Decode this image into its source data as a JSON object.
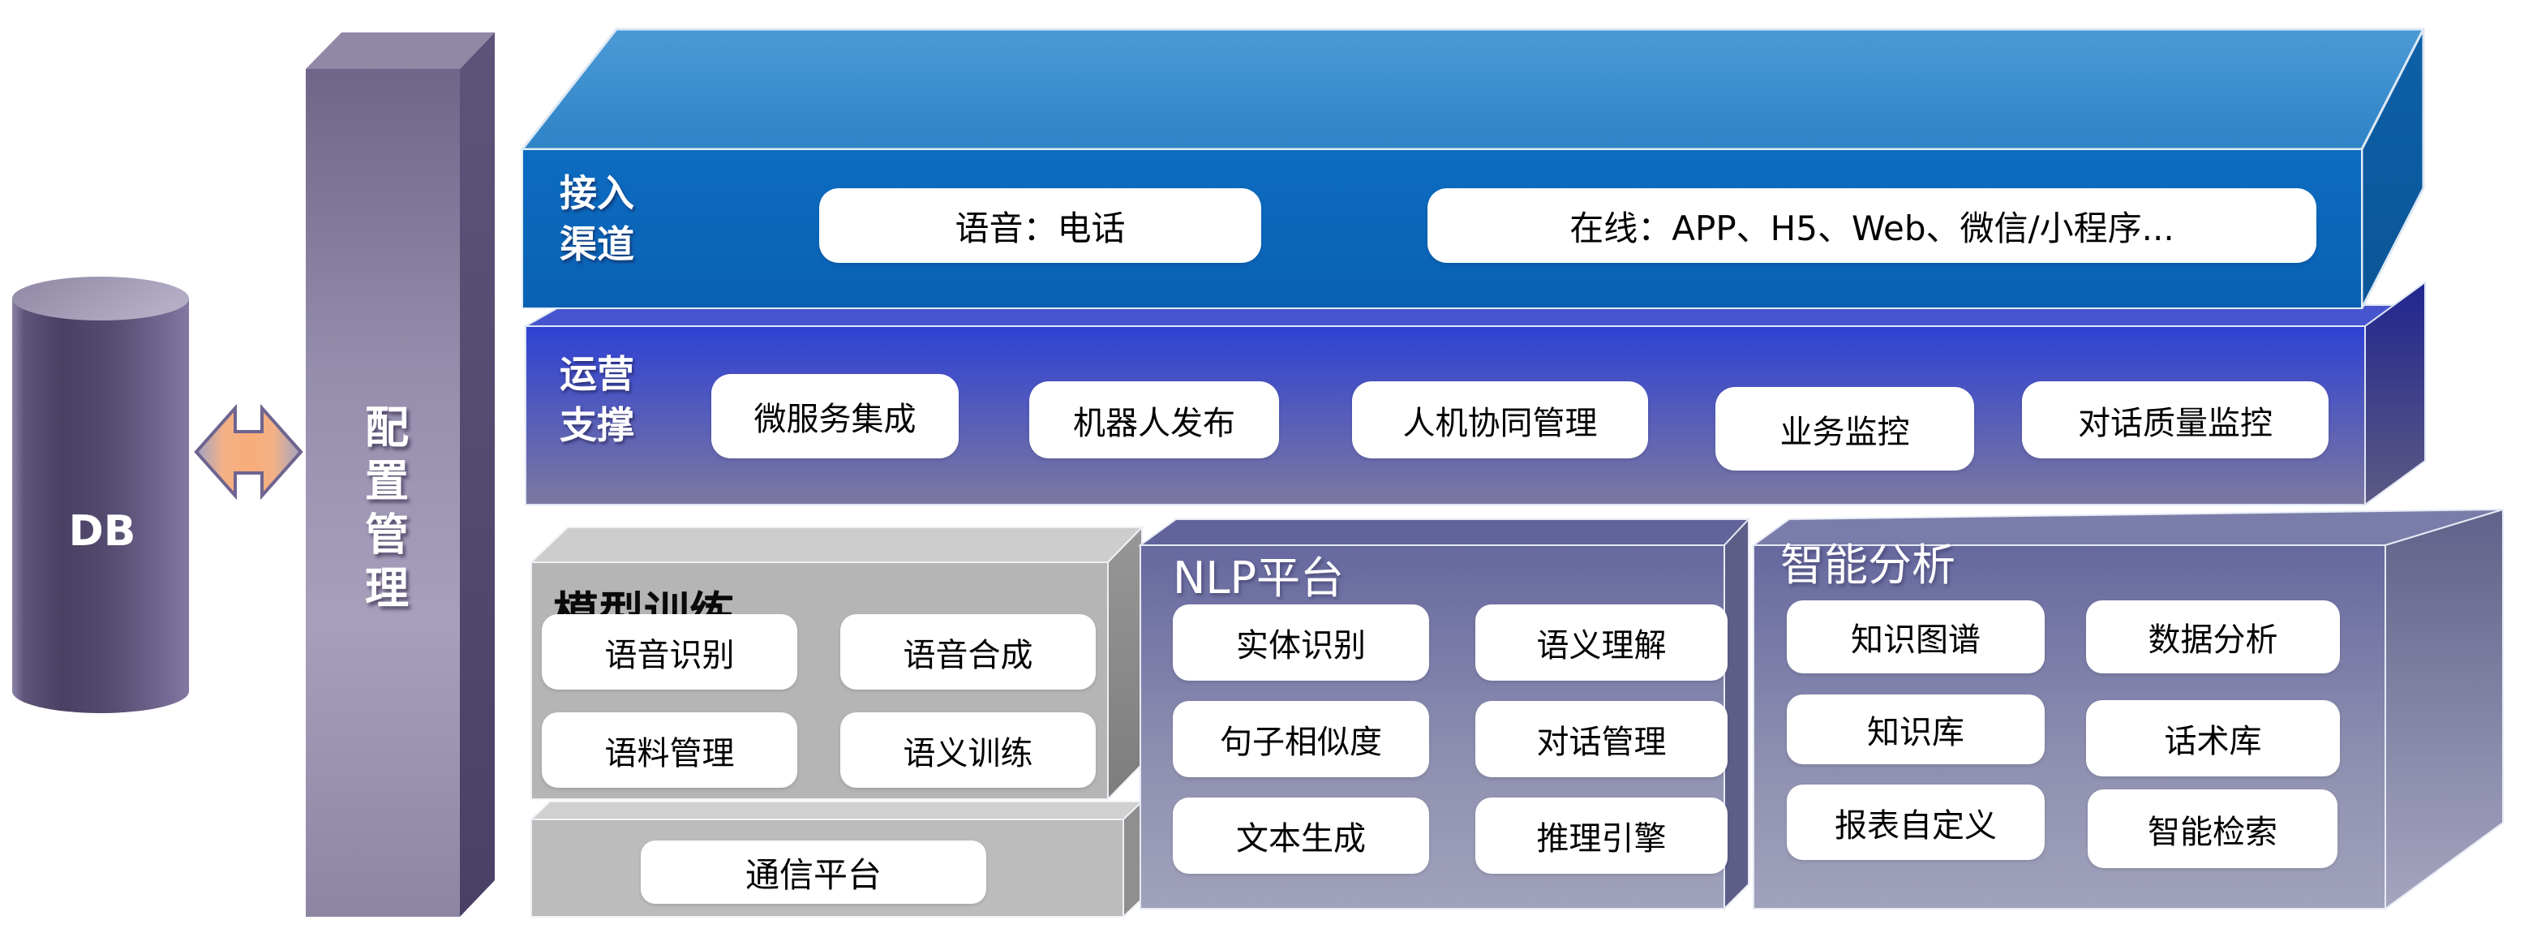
{
  "db": {
    "label": "DB"
  },
  "config_bar": {
    "label": "配置管理"
  },
  "access_layer": {
    "label_line1": "接入",
    "label_line2": "渠道",
    "pills": [
      "语音：电话",
      "在线：APP、H5、Web、微信/小程序..."
    ]
  },
  "operation_layer": {
    "label_line1": "运营",
    "label_line2": "支撑",
    "pills": [
      "微服务集成",
      "机器人发布",
      "人机协同管理",
      "业务监控",
      "对话质量监控"
    ]
  },
  "model_training": {
    "title": "模型训练",
    "pills": [
      "语音识别",
      "语音合成",
      "语料管理",
      "语义训练"
    ]
  },
  "comm_platform": {
    "pill": "通信平台"
  },
  "nlp_platform": {
    "title": "NLP平台",
    "pills": [
      "实体识别",
      "语义理解",
      "句子相似度",
      "对话管理",
      "文本生成",
      "推理引擎"
    ]
  },
  "intelligent_analysis": {
    "title": "智能分析",
    "pills": [
      "知识图谱",
      "数据分析",
      "知识库",
      "话术库",
      "报表自定义",
      "智能检索"
    ]
  },
  "colors": {
    "layer1_blue": "#0a66bb",
    "layer2_blue_top": "#2e41d4",
    "layer2_gray_bottom": "#7d78a0",
    "slate_panel": "#66689f",
    "gray_panel": "#b5b5b5",
    "bar_purple": "#a79fbb",
    "db_purple": "#4a4063",
    "arrow_orange": "#f9ad78",
    "pill_white": "#ffffff"
  }
}
